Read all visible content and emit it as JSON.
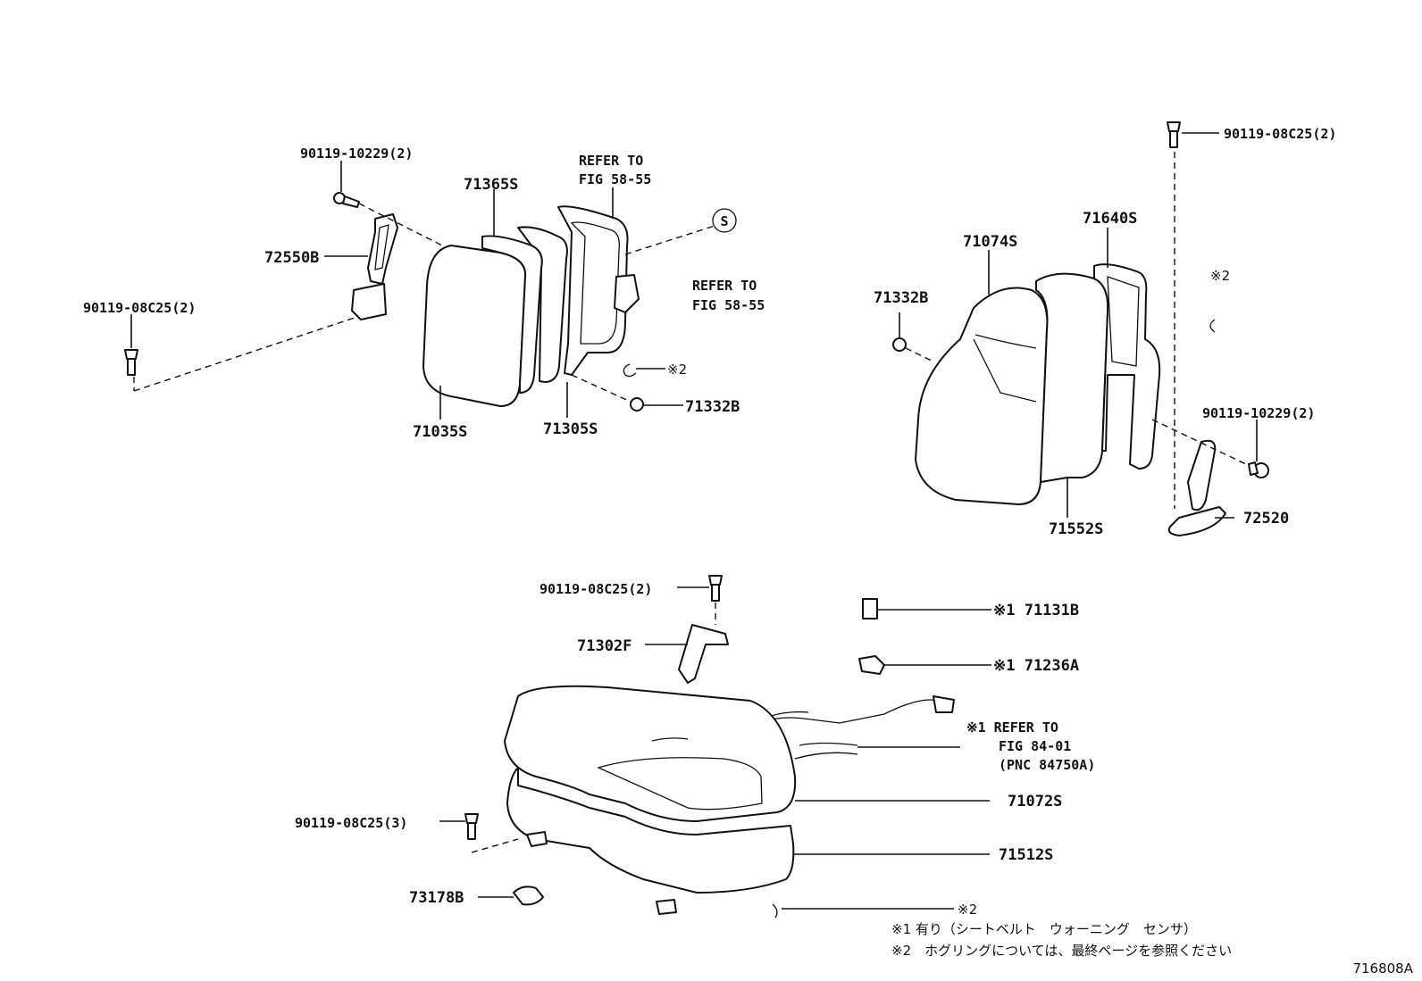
{
  "diagram_id": "716808A",
  "labels": {
    "bolt_9011910229_left": "90119-10229(2)",
    "part_71365S": "71365S",
    "refer_fig_5855_top_l1": "REFER TO",
    "refer_fig_5855_top_l2": "FIG 58-55",
    "part_72550B": "72550B",
    "bolt_9011908C25_left": "90119-08C25(2)",
    "refer_fig_5855_s_l1": "REFER TO",
    "refer_fig_5855_s_l2": "FIG 58-55",
    "s_symbol": "S",
    "note2_left": "※2",
    "part_71332B_left": "71332B",
    "part_71035S": "71035S",
    "part_71305S": "71305S",
    "bolt_9011908C25_topright": "90119-08C25(2)",
    "part_71640S": "71640S",
    "part_71074S": "71074S",
    "note2_right": "※2",
    "part_71332B_right": "71332B",
    "bolt_9011910229_right": "90119-10229(2)",
    "part_72520": "72520",
    "part_71552S": "71552S",
    "bolt_9011908C25_mid": "90119-08C25(2)",
    "part_71131B": "※1 71131B",
    "part_71302F": "71302F",
    "part_71236A": "※1 71236A",
    "refer_fig_8401_l1": "※1  REFER TO",
    "refer_fig_8401_l2": "FIG 84-01",
    "refer_fig_8401_l3": "(PNC 84750A)",
    "part_71072S": "71072S",
    "bolt_9011908C25_3": "90119-08C25(3)",
    "part_71512S": "71512S",
    "part_73178B": "73178B",
    "note2_bottom": "※2"
  },
  "footnotes": {
    "note1": "※1 有り（シートベルト　ウォーニング　センサ）",
    "note2": "※2　ホグリングについては、最終ページを参照ください"
  }
}
